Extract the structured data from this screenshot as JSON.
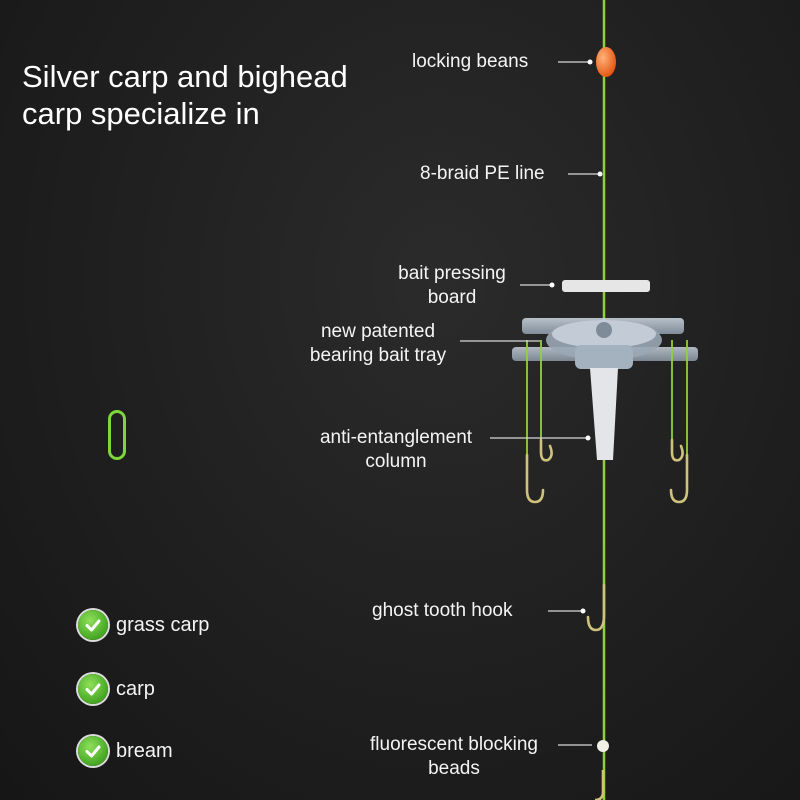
{
  "title": "Silver carp and bighead carp specialize in",
  "callouts": {
    "locking_beans": "locking beans",
    "braid_line": "8-braid PE line",
    "bait_pressing_board_line1": "bait pressing",
    "bait_pressing_board_line2": "board",
    "bait_tray_line1": "new patented",
    "bait_tray_line2": "bearing bait tray",
    "anti_entanglement_line1": "anti-entanglement",
    "anti_entanglement_line2": "column",
    "ghost_tooth_hook": "ghost tooth hook",
    "fluorescent_beads_line1": "fluorescent blocking",
    "fluorescent_beads_line2": "beads"
  },
  "fish_list": [
    {
      "label": "grass carp",
      "icon": "check-icon"
    },
    {
      "label": "carp",
      "icon": "check-icon"
    },
    {
      "label": "bream",
      "icon": "check-icon"
    }
  ],
  "colors": {
    "line_green": "#8fd13a",
    "bead_orange": "#f26a1f",
    "check_green": "#4fae2a"
  }
}
